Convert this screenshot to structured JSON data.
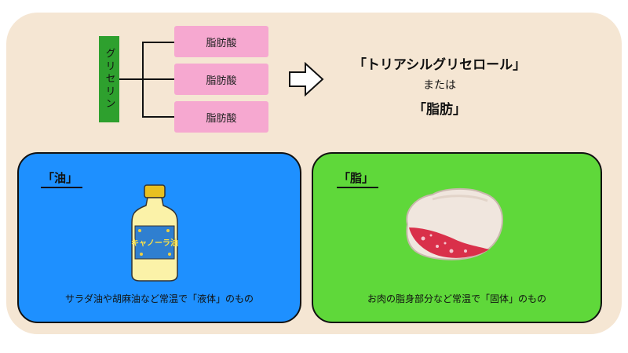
{
  "structure": {
    "glycerin_label": "グリセリン",
    "fatty_acids": [
      "脂肪酸",
      "脂肪酸",
      "脂肪酸"
    ]
  },
  "result": {
    "line1": "「トリアシルグリセロール」",
    "line2": "または",
    "line3": "「脂肪」"
  },
  "oil_box": {
    "title": "「油」",
    "bottle_label": "キャノーラ油",
    "caption": "サラダ油や胡麻油など常温で「液体」のもの"
  },
  "fat_box": {
    "title": "「脂」",
    "caption": "お肉の脂身部分など常温で「固体」のもの"
  },
  "colors": {
    "panel": "#f5e6d3",
    "glycerin": "#2ea02e",
    "fatty_acid": "#f6a8d0",
    "oil_box": "#1e90ff",
    "fat_box": "#5fd83a"
  }
}
